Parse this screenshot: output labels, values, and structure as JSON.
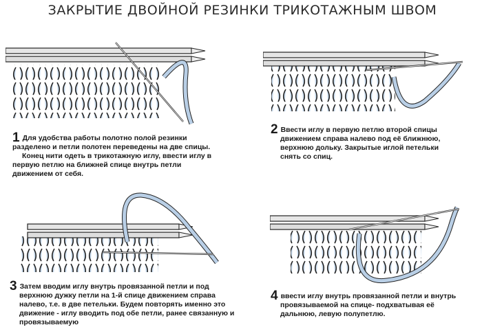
{
  "title": "ЗАКРЫТИЕ ДВОЙНОЙ РЕЗИНКИ ТРИКОТАЖНЫМ ШВОМ",
  "steps": [
    {
      "number": "1",
      "lines": [
        "Для удобства работы полотно полой резинки",
        "разделено и петли полотен переведены на две спицы.",
        "Конец нити одеть в трикотажную иглу, ввести иглу в",
        "первую петлю на ближней спице внутрь петли",
        "движением от себя."
      ]
    },
    {
      "number": "2",
      "lines": [
        "Ввести иглу в первую петлю второй спицы",
        "движением справа налево под её ближнюю,",
        "верхнюю дольку. Закрытые иглой петельки",
        "снять со спиц."
      ]
    },
    {
      "number": "3",
      "lines": [
        "Затем вводим иглу внутрь провязанной петли и под",
        "верхнюю дужку петли на 1-й спице движением справа",
        "налево, т.е. в две петельки. Будем повторять именно это",
        "движение - иглу вводить под обе петли, ранее связанную и",
        "провязываемую"
      ]
    },
    {
      "number": "4",
      "lines": [
        "ввести иглу внутрь провязанной петли и внутрь",
        "провязываемой на спице- подхватывая её",
        "дальнюю, левую полупетлю."
      ]
    }
  ],
  "colors": {
    "ink": "#1a1a1a",
    "yarn": "#b9cfe6",
    "needle": "#d9d9d9"
  }
}
